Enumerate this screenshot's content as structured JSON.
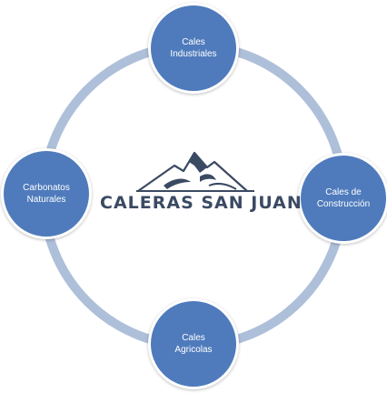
{
  "diagram": {
    "center_logo": {
      "brand_name": "CALERAS SAN JUAN"
    },
    "nodes": [
      {
        "id": "top",
        "label": "Cales\nIndustriales"
      },
      {
        "id": "right",
        "label": "Cales de\nConstrucción"
      },
      {
        "id": "bottom",
        "label": "Cales\nAgricolas"
      },
      {
        "id": "left",
        "label": "Carbonatos\nNaturales"
      }
    ],
    "colors": {
      "node_fill": "#4f7bbc",
      "ring": "#aebfd9",
      "logo": "#3b4a63"
    }
  }
}
